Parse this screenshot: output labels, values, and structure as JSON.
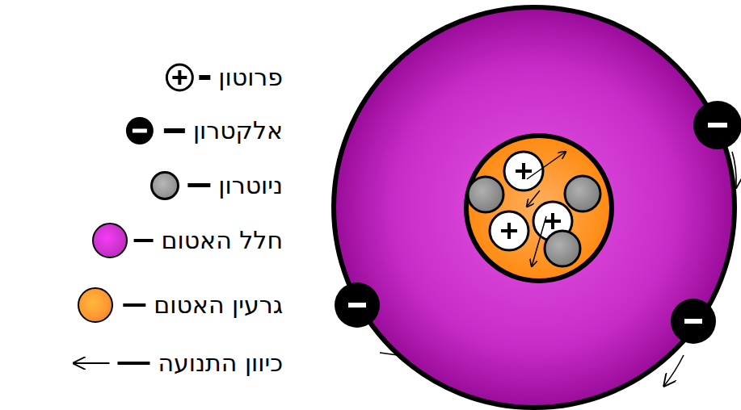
{
  "diagram": {
    "legend": [
      {
        "text": "פרוטון"
      },
      {
        "text": "אלקטרון"
      },
      {
        "text": "ניוטרון",
        "color": "#999999"
      },
      {
        "text": "חלל האטום",
        "color": "#cc33cc"
      },
      {
        "text": "גרעין האטום",
        "color": "#ff9933"
      },
      {
        "text": "כיוון התנועה"
      }
    ]
  }
}
